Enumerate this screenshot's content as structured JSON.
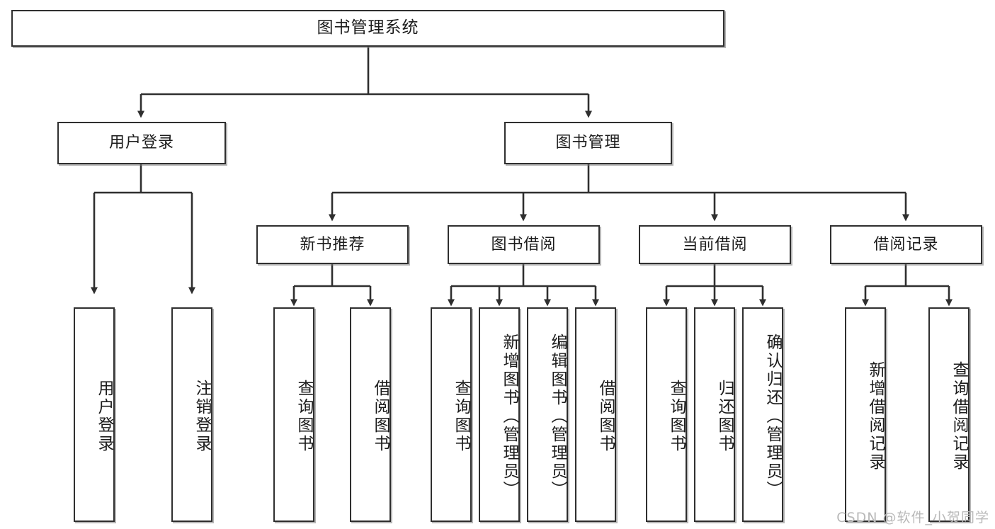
{
  "diagram": {
    "title": "图书管理系统",
    "type": "tree",
    "watermark": "CSDN @软件_小贺同学",
    "colors": {
      "box_border": "#2f2f2f",
      "box_fill": "#ffffff",
      "connector": "#2f2f2f",
      "text": "#1c1c1c",
      "watermark": "#b9b9b9",
      "background": "#ffffff"
    },
    "nodes": {
      "root": {
        "label": "图书管理系统",
        "level": 1,
        "orientation": "horizontal"
      },
      "l2": [
        {
          "id": "user-login",
          "label": "用户登录",
          "level": 2,
          "orientation": "horizontal"
        },
        {
          "id": "book-manage",
          "label": "图书管理",
          "level": 2,
          "orientation": "horizontal"
        }
      ],
      "l3": [
        {
          "id": "new-book-rec",
          "label": "新书推荐",
          "level": 3,
          "orientation": "horizontal",
          "parent": "book-manage"
        },
        {
          "id": "book-borrow",
          "label": "图书借阅",
          "level": 3,
          "orientation": "horizontal",
          "parent": "book-manage"
        },
        {
          "id": "current-borrow",
          "label": "当前借阅",
          "level": 3,
          "orientation": "horizontal",
          "parent": "book-manage"
        },
        {
          "id": "borrow-record",
          "label": "借阅记录",
          "level": 3,
          "orientation": "horizontal",
          "parent": "book-manage"
        }
      ],
      "leaves": [
        {
          "id": "leaf-user-login",
          "label": "用户登录",
          "parent": "user-login",
          "orientation": "vertical"
        },
        {
          "id": "leaf-logout",
          "label": "注销登录",
          "parent": "user-login",
          "orientation": "vertical"
        },
        {
          "id": "leaf-query-book-1",
          "label": "查询图书",
          "parent": "new-book-rec",
          "orientation": "vertical"
        },
        {
          "id": "leaf-borrow-book-1",
          "label": "借阅图书",
          "parent": "new-book-rec",
          "orientation": "vertical"
        },
        {
          "id": "leaf-query-book-2",
          "label": "查询图书",
          "parent": "book-borrow",
          "orientation": "vertical"
        },
        {
          "id": "leaf-add-book",
          "label": "新增图书（管理员）",
          "parent": "book-borrow",
          "orientation": "vertical"
        },
        {
          "id": "leaf-edit-book",
          "label": "编辑图书（管理员）",
          "parent": "book-borrow",
          "orientation": "vertical"
        },
        {
          "id": "leaf-borrow-book-2",
          "label": "借阅图书",
          "parent": "book-borrow",
          "orientation": "vertical"
        },
        {
          "id": "leaf-query-book-3",
          "label": "查询图书",
          "parent": "current-borrow",
          "orientation": "vertical"
        },
        {
          "id": "leaf-return-book",
          "label": "归还图书",
          "parent": "current-borrow",
          "orientation": "vertical"
        },
        {
          "id": "leaf-confirm-return",
          "label": "确认归还（管理员）",
          "parent": "current-borrow",
          "orientation": "vertical"
        },
        {
          "id": "leaf-add-record",
          "label": "新增借阅记录",
          "parent": "borrow-record",
          "orientation": "vertical"
        },
        {
          "id": "leaf-query-record",
          "label": "查询借阅记录",
          "parent": "borrow-record",
          "orientation": "vertical"
        }
      ]
    }
  }
}
